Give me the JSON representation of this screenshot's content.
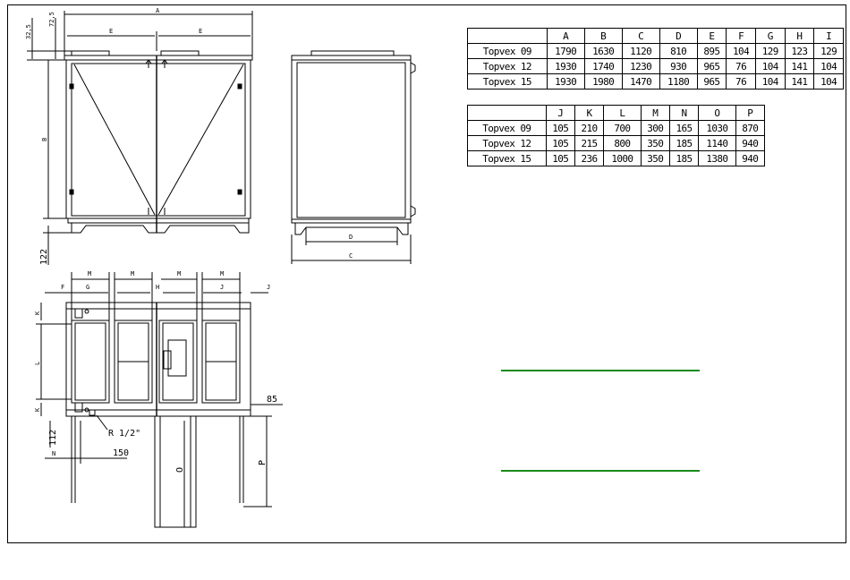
{
  "table_1": {
    "headers": [
      "",
      "A",
      "B",
      "C",
      "D",
      "E",
      "F",
      "G",
      "H",
      "I"
    ],
    "rows": [
      [
        "Topvex 09",
        "1790",
        "1630",
        "1120",
        "810",
        "895",
        "104",
        "129",
        "123",
        "129"
      ],
      [
        "Topvex 12",
        "1930",
        "1740",
        "1230",
        "930",
        "965",
        "76",
        "104",
        "141",
        "104"
      ],
      [
        "Topvex 15",
        "1930",
        "1980",
        "1470",
        "1180",
        "965",
        "76",
        "104",
        "141",
        "104"
      ]
    ]
  },
  "table_2": {
    "headers": [
      "",
      "J",
      "K",
      "L",
      "M",
      "N",
      "O",
      "P"
    ],
    "rows": [
      [
        "Topvex 09",
        "105",
        "210",
        "700",
        "300",
        "165",
        "1030",
        "870"
      ],
      [
        "Topvex 12",
        "105",
        "215",
        "800",
        "350",
        "185",
        "1140",
        "940"
      ],
      [
        "Topvex 15",
        "105",
        "236",
        "1000",
        "350",
        "185",
        "1380",
        "940"
      ]
    ]
  },
  "labels": {
    "a": "A",
    "b": "B",
    "c": "C",
    "d": "D",
    "e": "E",
    "f": "F",
    "g": "G",
    "h": "H",
    "j": "J",
    "k": "K",
    "l": "L",
    "m": "M",
    "n": "N",
    "o": "O",
    "p": "P",
    "dim_325": "32,5",
    "dim_725": "72,5",
    "dim_122": "122",
    "dim_112": "112",
    "dim_85": "85",
    "dim_150": "150",
    "dim_r12": "R 1/2\""
  },
  "colors": {
    "line": "#000000",
    "signature_lines": "#1a8a1a"
  }
}
